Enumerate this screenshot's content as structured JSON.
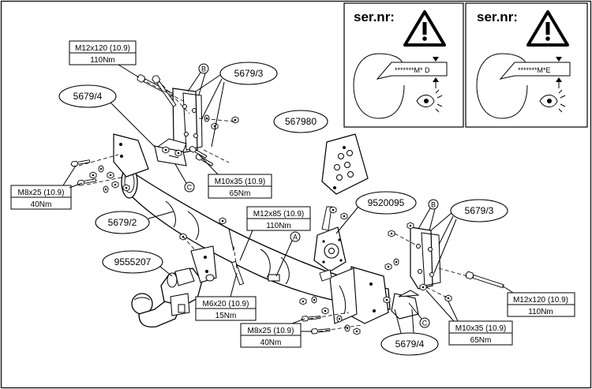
{
  "serial_panels": [
    {
      "label": "ser.nr:",
      "code": "*******M* D"
    },
    {
      "label": "ser.nr:",
      "code": "*******M*E"
    }
  ],
  "parts": {
    "p5679_4_top": "5679/4",
    "p5679_3_top": "5679/3",
    "p567980": "567980",
    "p5679_2": "5679/2",
    "p9520095": "9520095",
    "p5679_3_right": "5679/3",
    "p9555207": "9555207",
    "p5679_4_bottom": "5679/4"
  },
  "specs": {
    "m12x120_top": {
      "size": "M12x120 (10.9)",
      "torque": "110Nm"
    },
    "m8x25_left": {
      "size": "M8x25 (10.9)",
      "torque": "40Nm"
    },
    "m10x35_top": {
      "size": "M10x35 (10.9)",
      "torque": "65Nm"
    },
    "m12x85": {
      "size": "M12x85 (10.9)",
      "torque": "110Nm"
    },
    "m6x20": {
      "size": "M6x20 (10.9)",
      "torque": "15Nm"
    },
    "m8x25_bottom": {
      "size": "M8x25 (10.9)",
      "torque": "40Nm"
    },
    "m12x120_right": {
      "size": "M12x120 (10.9)",
      "torque": "110Nm"
    },
    "m10x35_right": {
      "size": "M10x35 (10.9)",
      "torque": "65Nm"
    }
  },
  "letters": {
    "b_top": "B",
    "c_top": "C",
    "a_mid": "A",
    "b_right": "B",
    "c_bottom": "C"
  }
}
